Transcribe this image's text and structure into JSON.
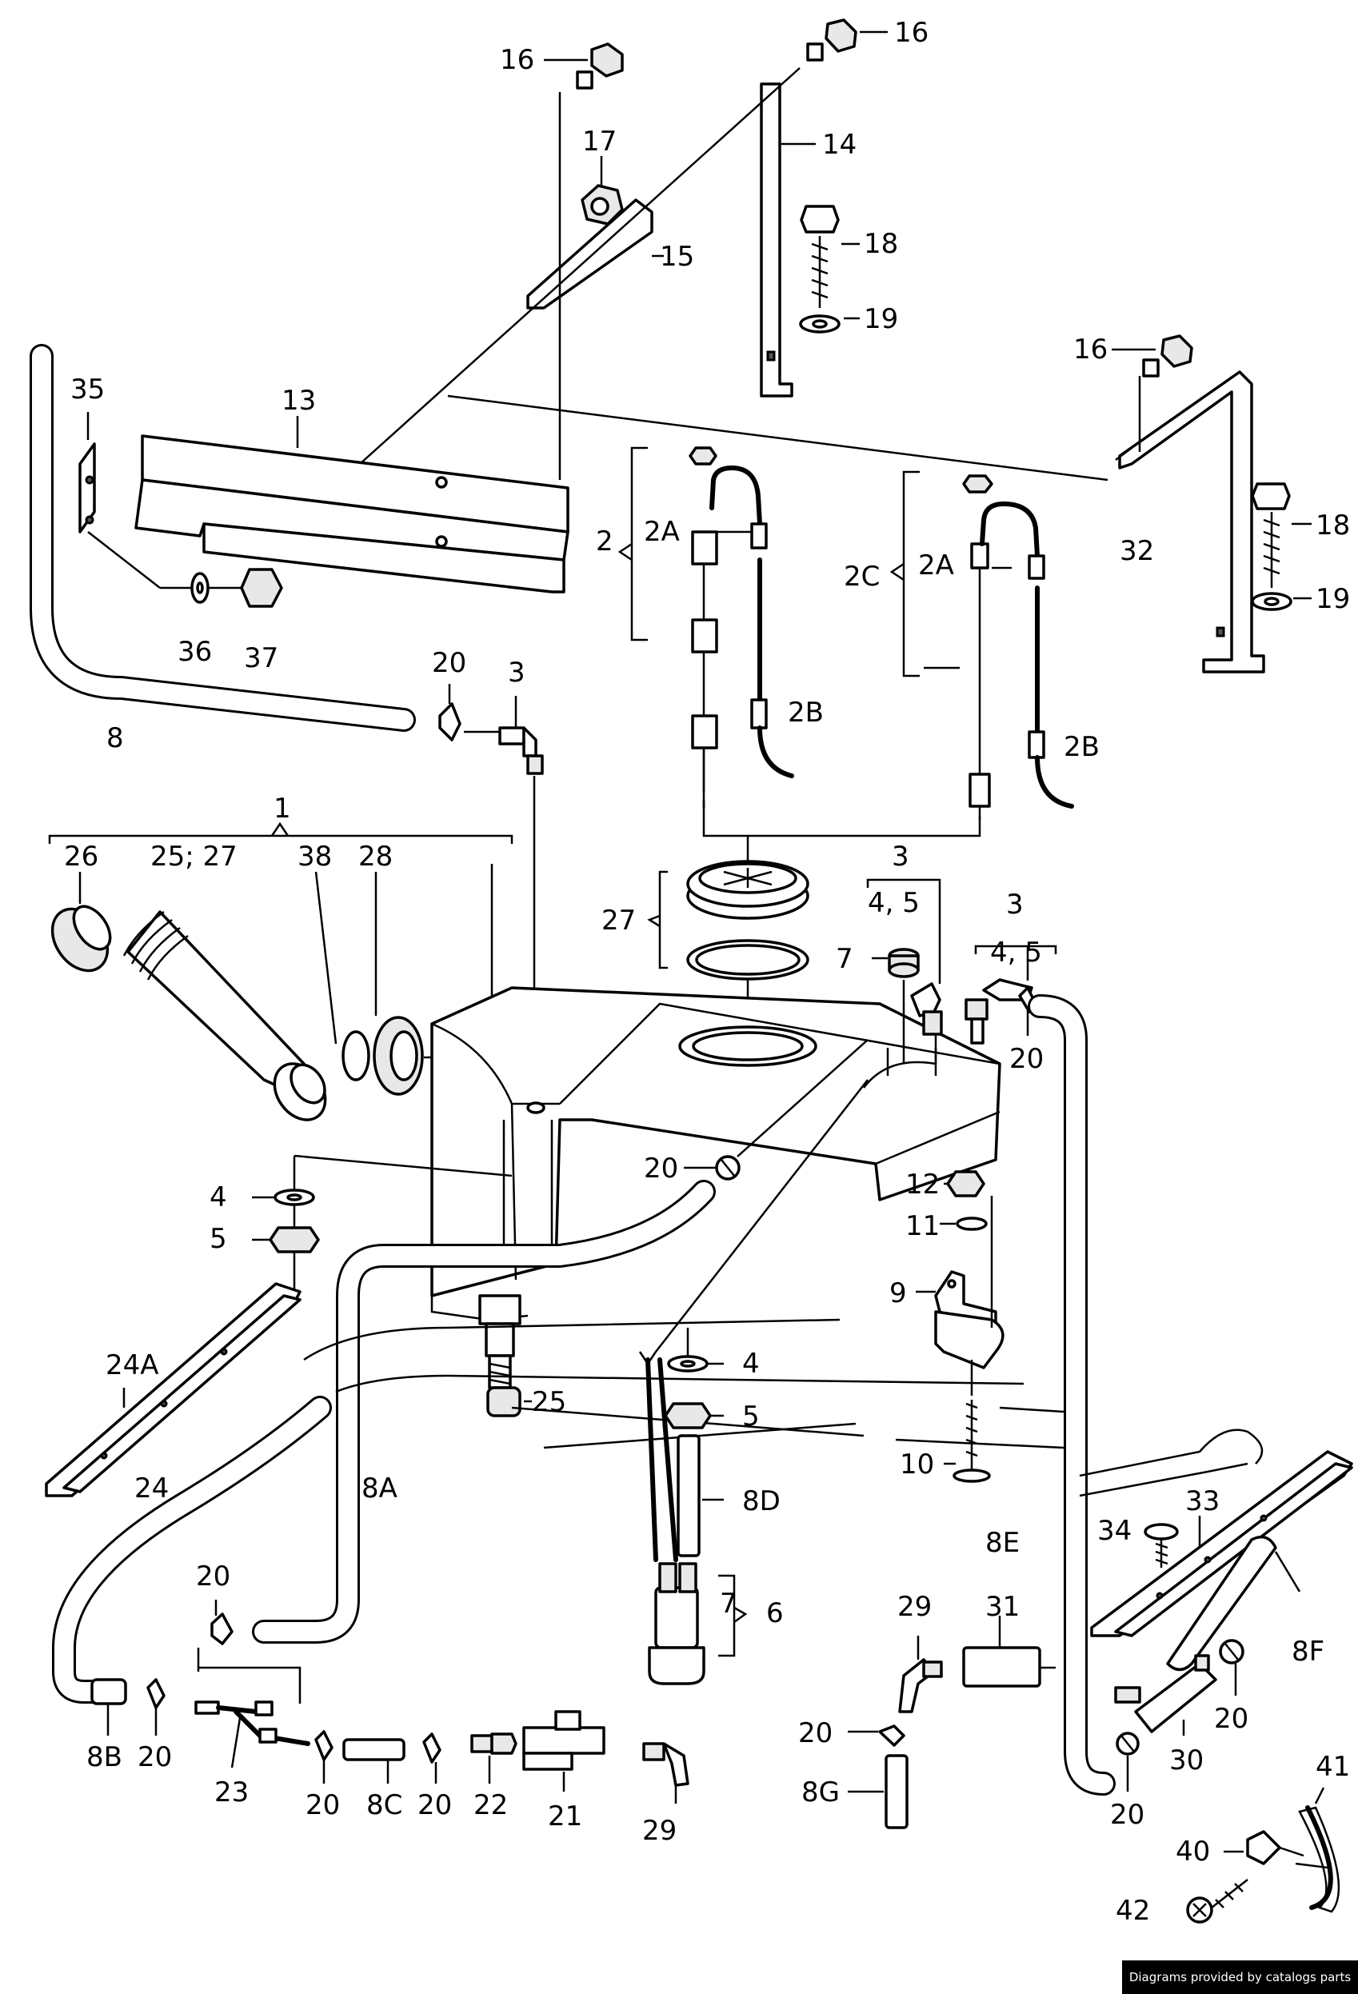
{
  "labels": [
    {
      "id": "16a",
      "text": "16"
    },
    {
      "id": "16b",
      "text": "16"
    },
    {
      "id": "17",
      "text": "17"
    },
    {
      "id": "14",
      "text": "14"
    },
    {
      "id": "15",
      "text": "15"
    },
    {
      "id": "18a",
      "text": "18"
    },
    {
      "id": "19a",
      "text": "19"
    },
    {
      "id": "16c",
      "text": "16"
    },
    {
      "id": "35",
      "text": "35"
    },
    {
      "id": "13",
      "text": "13"
    },
    {
      "id": "18b",
      "text": "18"
    },
    {
      "id": "32",
      "text": "32"
    },
    {
      "id": "19b",
      "text": "19"
    },
    {
      "id": "2",
      "text": "2"
    },
    {
      "id": "2A",
      "text": "2A"
    },
    {
      "id": "2C",
      "text": "2C"
    },
    {
      "id": "2Ab",
      "text": "2A"
    },
    {
      "id": "36",
      "text": "36"
    },
    {
      "id": "37",
      "text": "37"
    },
    {
      "id": "20a",
      "text": "20"
    },
    {
      "id": "3a",
      "text": "3"
    },
    {
      "id": "8",
      "text": "8"
    },
    {
      "id": "2B",
      "text": "2B"
    },
    {
      "id": "2Bb",
      "text": "2B"
    },
    {
      "id": "1",
      "text": "1"
    },
    {
      "id": "26",
      "text": "26"
    },
    {
      "id": "25_27",
      "text": "25; 27"
    },
    {
      "id": "38",
      "text": "38"
    },
    {
      "id": "28",
      "text": "28"
    },
    {
      "id": "27",
      "text": "27"
    },
    {
      "id": "3b",
      "text": "3"
    },
    {
      "id": "45a",
      "text": "4, 5"
    },
    {
      "id": "3c",
      "text": "3"
    },
    {
      "id": "45b",
      "text": "4, 5"
    },
    {
      "id": "7a",
      "text": "7"
    },
    {
      "id": "20b",
      "text": "20"
    },
    {
      "id": "20c",
      "text": "20"
    },
    {
      "id": "4a",
      "text": "4"
    },
    {
      "id": "5a",
      "text": "5"
    },
    {
      "id": "12",
      "text": "12"
    },
    {
      "id": "11",
      "text": "11"
    },
    {
      "id": "9",
      "text": "9"
    },
    {
      "id": "24A",
      "text": "24A"
    },
    {
      "id": "4b",
      "text": "4"
    },
    {
      "id": "25",
      "text": "25"
    },
    {
      "id": "5b",
      "text": "5"
    },
    {
      "id": "10",
      "text": "10"
    },
    {
      "id": "24",
      "text": "24"
    },
    {
      "id": "8A",
      "text": "8A"
    },
    {
      "id": "8D",
      "text": "8D"
    },
    {
      "id": "34",
      "text": "34"
    },
    {
      "id": "33",
      "text": "33"
    },
    {
      "id": "8E",
      "text": "8E"
    },
    {
      "id": "20d",
      "text": "20"
    },
    {
      "id": "7b",
      "text": "7"
    },
    {
      "id": "6",
      "text": "6"
    },
    {
      "id": "29a",
      "text": "29"
    },
    {
      "id": "31",
      "text": "31"
    },
    {
      "id": "8F",
      "text": "8F"
    },
    {
      "id": "20e",
      "text": "20"
    },
    {
      "id": "20f",
      "text": "20"
    },
    {
      "id": "8G",
      "text": "8G"
    },
    {
      "id": "30",
      "text": "30"
    },
    {
      "id": "8B",
      "text": "8B"
    },
    {
      "id": "20g",
      "text": "20"
    },
    {
      "id": "23",
      "text": "23"
    },
    {
      "id": "20h",
      "text": "20"
    },
    {
      "id": "8C",
      "text": "8C"
    },
    {
      "id": "20i",
      "text": "20"
    },
    {
      "id": "22",
      "text": "22"
    },
    {
      "id": "21",
      "text": "21"
    },
    {
      "id": "29b",
      "text": "29"
    },
    {
      "id": "20j",
      "text": "20"
    },
    {
      "id": "41",
      "text": "41"
    },
    {
      "id": "40",
      "text": "40"
    },
    {
      "id": "42",
      "text": "42"
    }
  ],
  "credit": "Diagrams provided by catalogs parts"
}
